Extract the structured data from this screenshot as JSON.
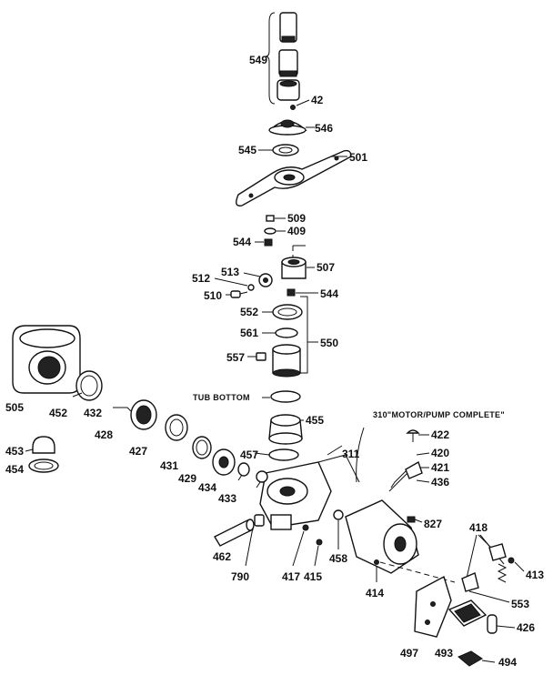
{
  "labels": {
    "l549": "549",
    "l42": "42",
    "l546": "546",
    "l545": "545",
    "l501": "501",
    "l509": "509",
    "l409": "409",
    "l544a": "544",
    "l507": "507",
    "l513": "513",
    "l512": "512",
    "l510": "510",
    "l544b": "544",
    "l552": "552",
    "l561": "561",
    "l550": "550",
    "l557": "557",
    "tub": "TUB BOTTOM",
    "l455": "455",
    "l310": "310\"MOTOR/PUMP COMPLETE\"",
    "l505": "505",
    "l452": "452",
    "l432": "432",
    "l428": "428",
    "l427": "427",
    "l431": "431",
    "l429": "429",
    "l434": "434",
    "l433": "433",
    "l457": "457",
    "l311": "311",
    "l422": "422",
    "l420": "420",
    "l421": "421",
    "l436": "436",
    "l827": "827",
    "l453": "453",
    "l454": "454",
    "l462": "462",
    "l790": "790",
    "l417": "417",
    "l415": "415",
    "l458": "458",
    "l414": "414",
    "l418": "418",
    "l413": "413",
    "l553": "553",
    "l426": "426",
    "l497": "497",
    "l493": "493",
    "l494": "494"
  },
  "colors": {
    "ink": "#111111",
    "paper": "#ffffff"
  }
}
